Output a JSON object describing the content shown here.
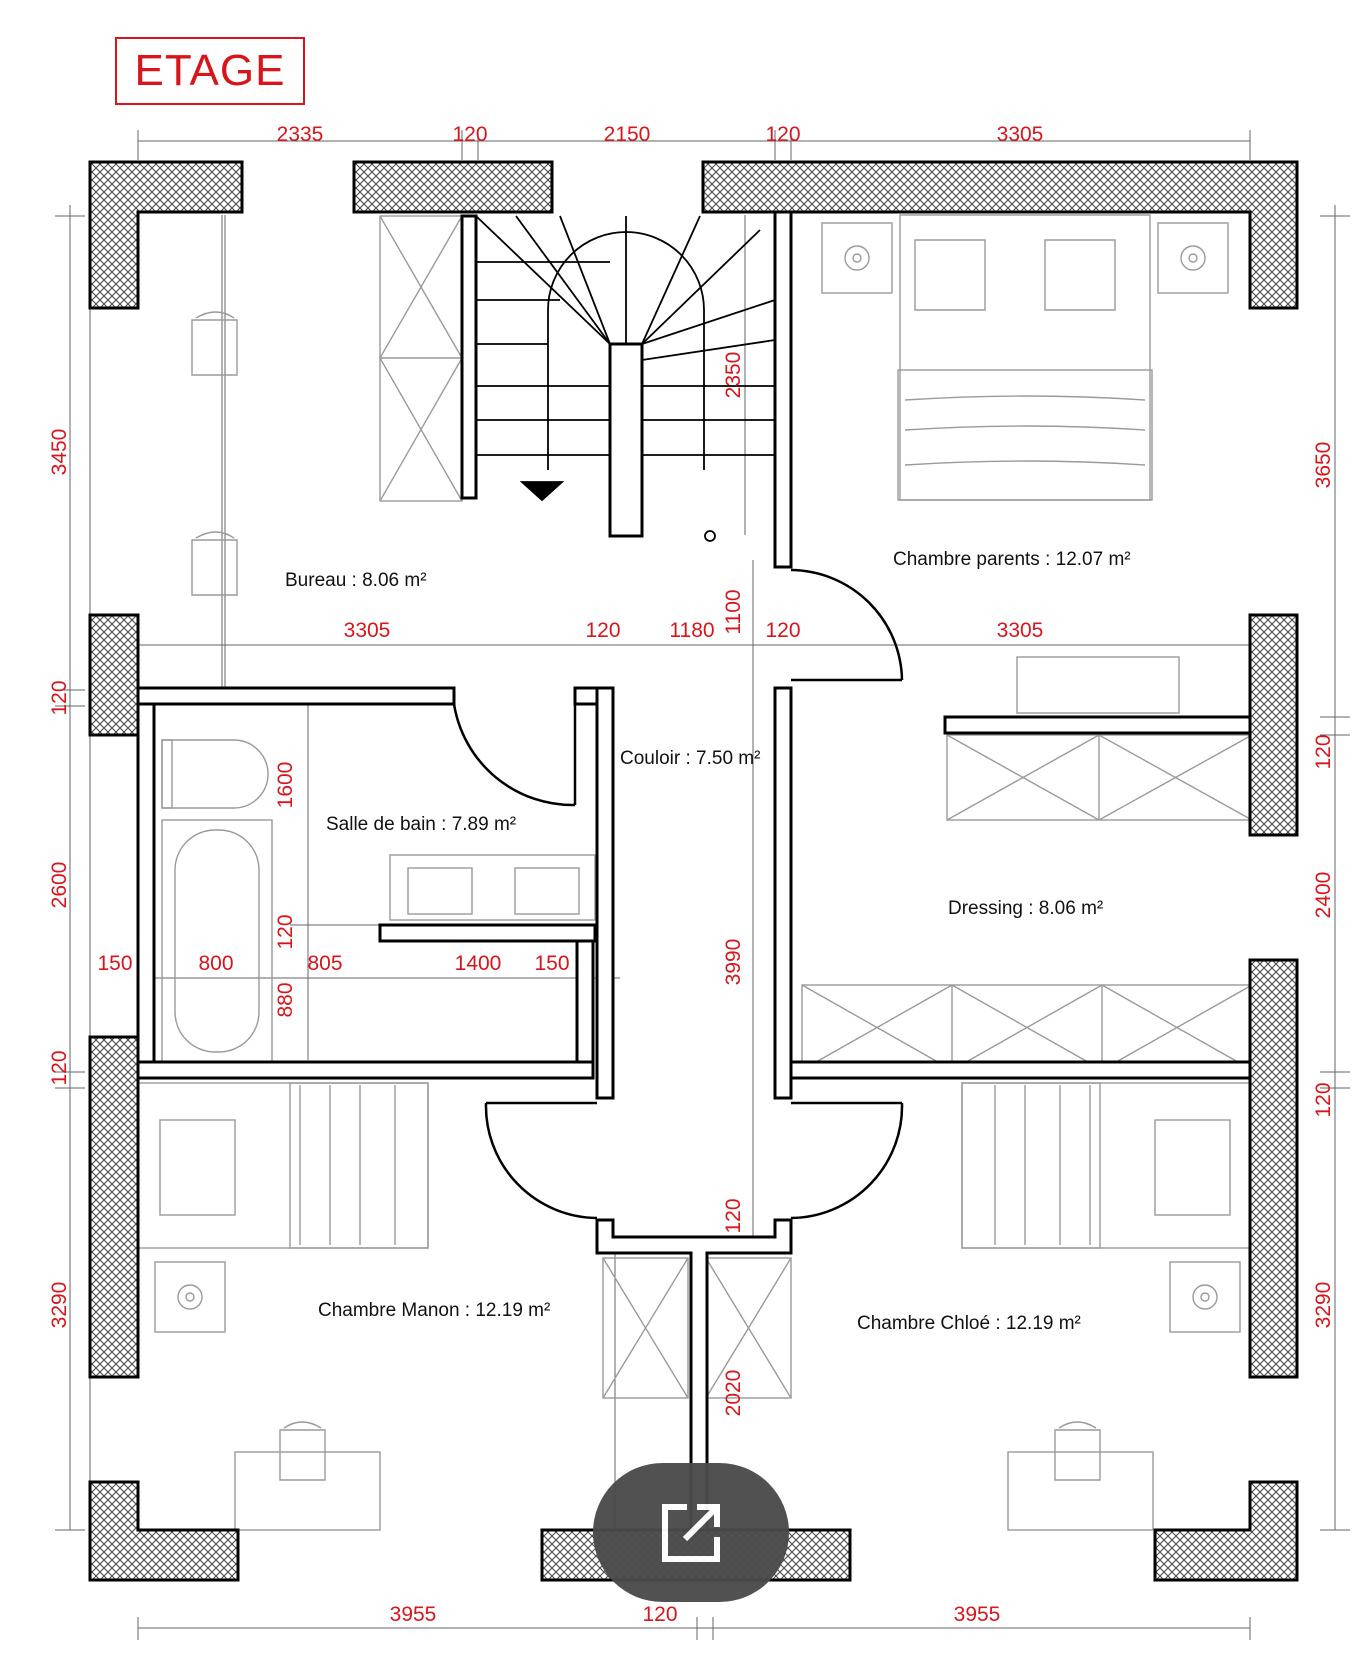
{
  "title": "ETAGE",
  "rooms": {
    "bureau": "Bureau : 8.06 m²",
    "chambre_parents": "Chambre parents : 12.07 m²",
    "couloir": "Couloir : 7.50 m²",
    "salle_de_bain": "Salle de bain : 7.89 m²",
    "dressing": "Dressing : 8.06 m²",
    "chambre_manon": "Chambre Manon : 12.19 m²",
    "chambre_chloe": "Chambre Chloé : 12.19 m²"
  },
  "dimensions": {
    "top": [
      "2335",
      "120",
      "2150",
      "120",
      "3305"
    ],
    "mid": [
      "3305",
      "120",
      "1180",
      "120",
      "3305"
    ],
    "bottom": [
      "3955",
      "120",
      "3955"
    ],
    "left": [
      "3450",
      "120",
      "2600",
      "120",
      "3290"
    ],
    "right": [
      "3650",
      "120",
      "2400",
      "120",
      "3290"
    ],
    "stairs": "2350",
    "corridor_door": "1100",
    "corridor_len": "3990",
    "corridor_wall": "120",
    "closet": "2020",
    "bath_h1": "1600",
    "bath_h2": "120",
    "bath_h3": "880",
    "bath_row": [
      "150",
      "800",
      "805",
      "1400",
      "150"
    ]
  },
  "colors": {
    "dimension": "#d9141b",
    "wall": "#000000",
    "furniture": "#9a9a9a"
  },
  "overlay_icon": "open-in-new-icon"
}
